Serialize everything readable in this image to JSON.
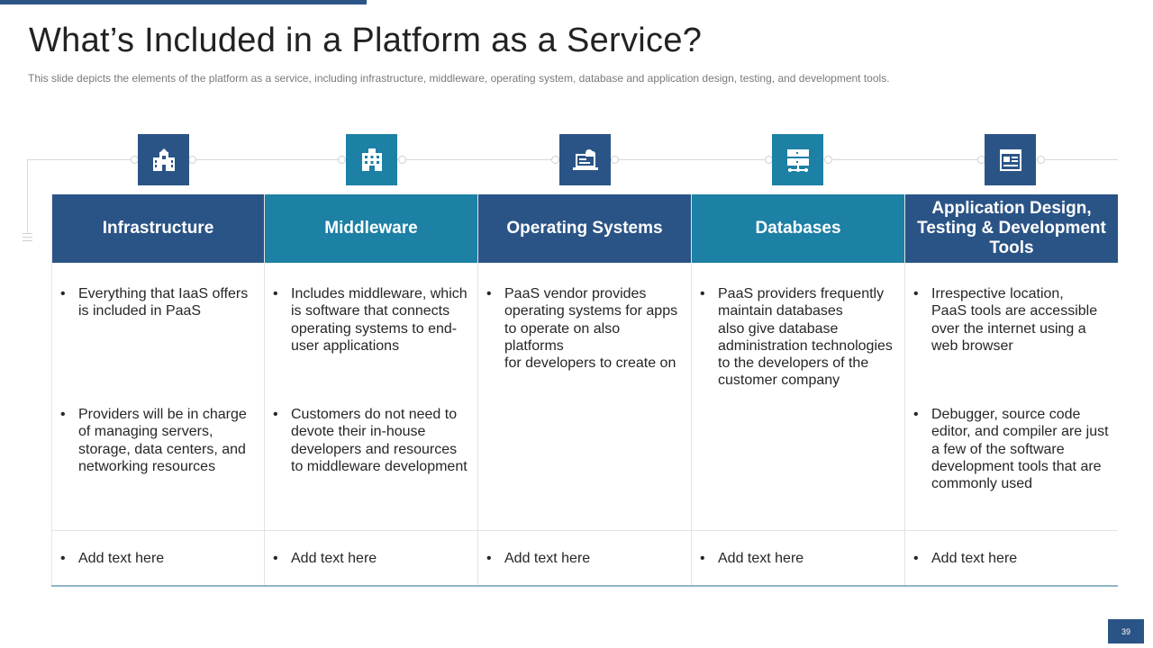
{
  "slide": {
    "title": "What’s Included in a Platform as a Service?",
    "subtitle": "This slide depicts the elements of the platform as a service, including infrastructure,  middleware,  operating system, database and application design, testing, and development  tools.",
    "page_number": "39"
  },
  "colors": {
    "dark_blue": "#2b5486",
    "teal_blue": "#1d80a5",
    "accent_line": "#8fb3c7"
  },
  "icons": [
    "building-icon",
    "office-building-icon",
    "laptop-cloud-icon",
    "server-network-icon",
    "app-window-icon"
  ],
  "columns": [
    {
      "header": "Infrastructure",
      "bullet_char": "•",
      "bullet1": "Everything that IaaS offers\nis included in PaaS",
      "bullet2": "Providers will be in charge\nof managing servers,\nstorage, data centers, and\nnetworking resources",
      "bullet3": "Add text here"
    },
    {
      "header": "Middleware",
      "bullet_char": "•",
      "bullet1": "Includes middleware, which\nis software that connects\noperating systems to end-\nuser applications",
      "bullet2": "Customers do not need to\ndevote their in-house\ndevelopers and resources\nto middleware development",
      "bullet3": "Add text here"
    },
    {
      "header": "Operating Systems",
      "bullet_char": "•",
      "bullet1": "PaaS vendor provides\noperating systems for apps\nto operate on also platforms\nfor developers to create on",
      "bullet3": "Add text here"
    },
    {
      "header": "Databases",
      "bullet_char": "•",
      "bullet1": "PaaS providers frequently\nmaintain databases\nalso give database\nadministration technologies\nto the developers of the\ncustomer company",
      "bullet3": "Add text here"
    },
    {
      "header": "Application Design,\nTesting & Development\nTools",
      "bullet_char": "•",
      "bullet1": "Irrespective location,\nPaaS tools are accessible\nover the internet using a\nweb browser",
      "bullet2": "Debugger, source code\neditor, and compiler are just\na few of the software\ndevelopment tools that are\ncommonly used",
      "bullet3": "Add text here"
    }
  ]
}
